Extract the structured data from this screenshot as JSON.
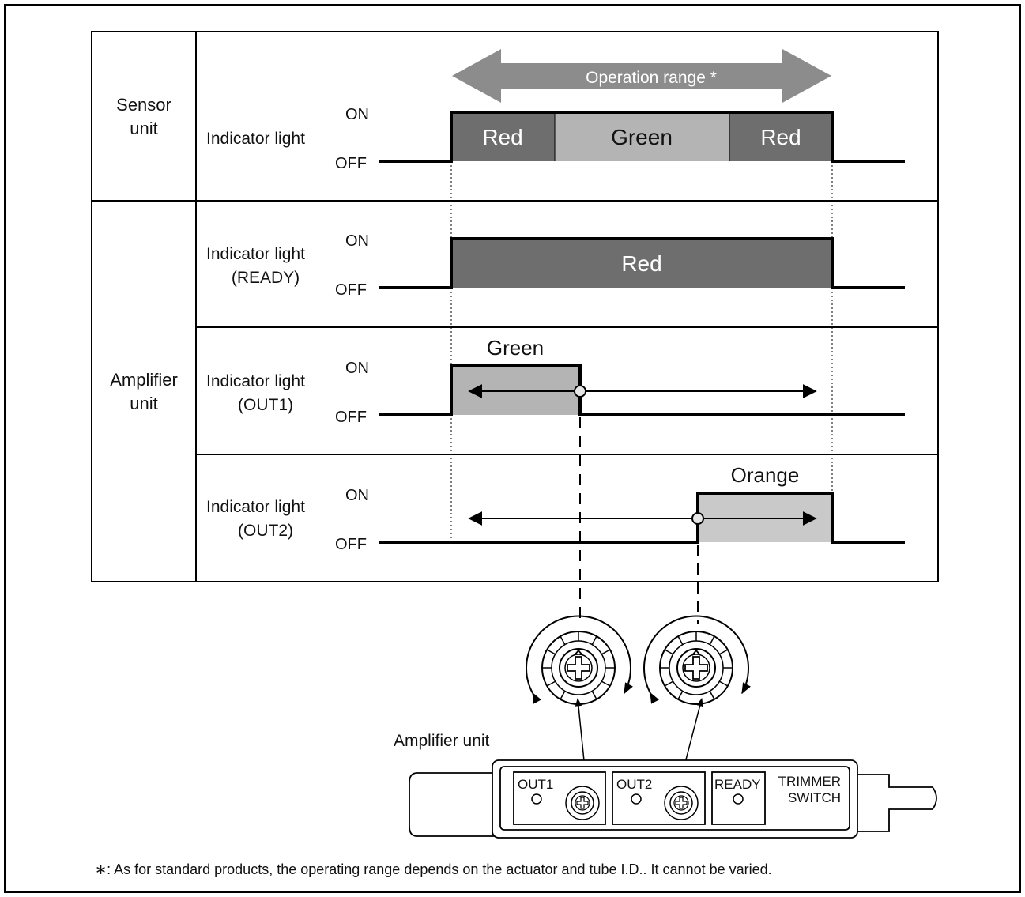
{
  "colors": {
    "red_fill": "#6e6e6e",
    "green_fill": "#b4b4b4",
    "orange_fill": "#c9c9c9",
    "operation_arrow": "#8c8c8c",
    "line": "#000000"
  },
  "rows": {
    "sensor": {
      "section_label_1": "Sensor",
      "section_label_2": "unit",
      "signal_label": "Indicator light",
      "on": "ON",
      "off": "OFF",
      "operation_range": "Operation range *",
      "segments": [
        "Red",
        "Green",
        "Red"
      ]
    },
    "ready": {
      "label_1": "Indicator light",
      "label_2": "(READY)",
      "on": "ON",
      "off": "OFF",
      "segment": "Red"
    },
    "amplifier_section_1": "Amplifier",
    "amplifier_section_2": "unit",
    "out1": {
      "label_1": "Indicator light",
      "label_2": "(OUT1)",
      "on": "ON",
      "off": "OFF",
      "color_label": "Green"
    },
    "out2": {
      "label_1": "Indicator light",
      "label_2": "(OUT2)",
      "on": "ON",
      "off": "OFF",
      "color_label": "Orange"
    }
  },
  "device": {
    "title": "Amplifier unit",
    "out1": "OUT1",
    "out2": "OUT2",
    "ready": "READY",
    "trimmer_1": "TRIMMER",
    "trimmer_2": "SWITCH"
  },
  "footnote": "∗: As for standard products, the operating range depends on the actuator and tube I.D.. It cannot be varied."
}
